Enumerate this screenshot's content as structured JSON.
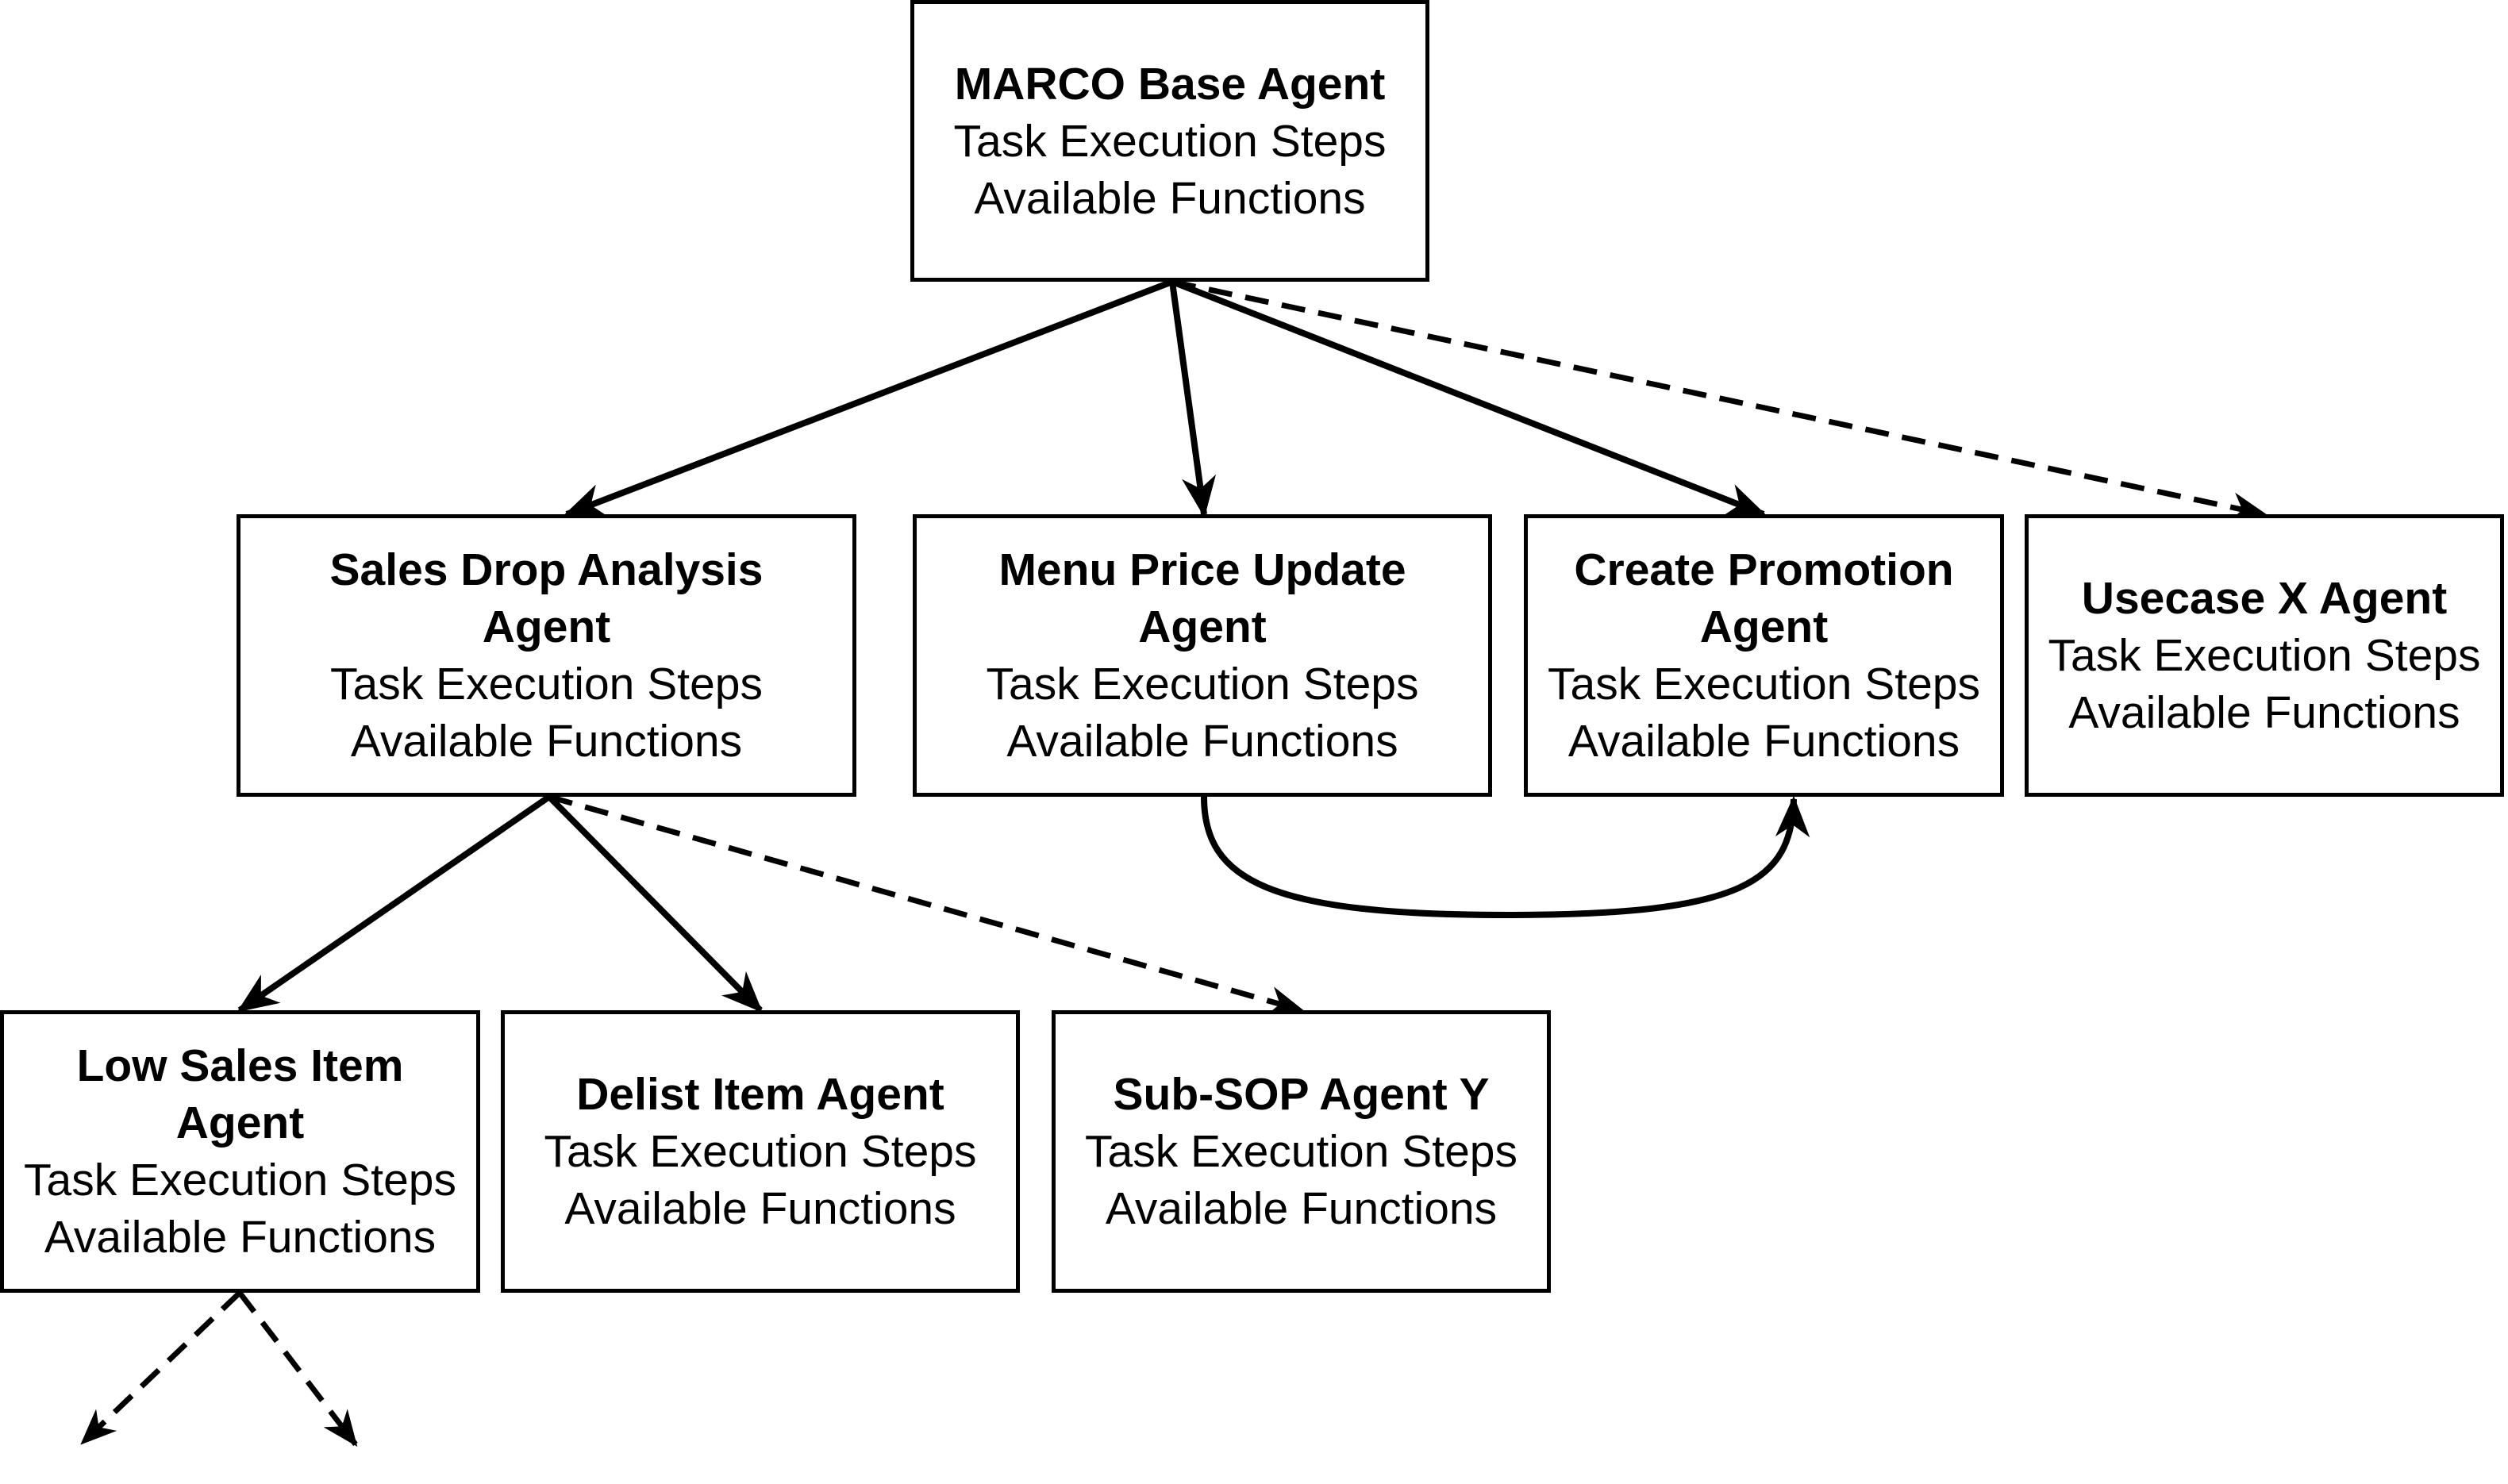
{
  "nodes": {
    "base": {
      "title": "MARCO Base Agent",
      "line1": "Task Execution Steps",
      "line2": "Available Functions"
    },
    "sales_drop": {
      "title_line1": "Sales Drop Analysis",
      "title_line2": "Agent",
      "line1": "Task Execution Steps",
      "line2": "Available Functions"
    },
    "menu_price": {
      "title_line1": "Menu Price Update",
      "title_line2": "Agent",
      "line1": "Task Execution Steps",
      "line2": "Available Functions"
    },
    "promotion": {
      "title_line1": "Create Promotion",
      "title_line2": "Agent",
      "line1": "Task Execution Steps",
      "line2": "Available Functions"
    },
    "usecase_x": {
      "title": "Usecase X Agent",
      "line1": "Task Execution Steps",
      "line2": "Available Functions"
    },
    "low_sales": {
      "title_line1": "Low Sales Item",
      "title_line2": "Agent",
      "line1": "Task Execution Steps",
      "line2": "Available Functions"
    },
    "delist": {
      "title": "Delist Item Agent",
      "line1": "Task Execution Steps",
      "line2": "Available Functions"
    },
    "sub_sop": {
      "title": "Sub-SOP Agent Y",
      "line1": "Task Execution Steps",
      "line2": "Available Functions"
    }
  },
  "edges": [
    {
      "from": "base",
      "to": "sales_drop",
      "style": "solid"
    },
    {
      "from": "base",
      "to": "menu_price",
      "style": "solid"
    },
    {
      "from": "base",
      "to": "promotion",
      "style": "solid"
    },
    {
      "from": "base",
      "to": "usecase_x",
      "style": "dashed"
    },
    {
      "from": "menu_price",
      "to": "promotion",
      "style": "solid"
    },
    {
      "from": "sales_drop",
      "to": "low_sales",
      "style": "solid"
    },
    {
      "from": "sales_drop",
      "to": "delist",
      "style": "solid"
    },
    {
      "from": "sales_drop",
      "to": "sub_sop",
      "style": "dashed"
    },
    {
      "from": "low_sales",
      "to": "",
      "style": "dashed"
    },
    {
      "from": "low_sales",
      "to": "",
      "style": "dashed"
    }
  ]
}
